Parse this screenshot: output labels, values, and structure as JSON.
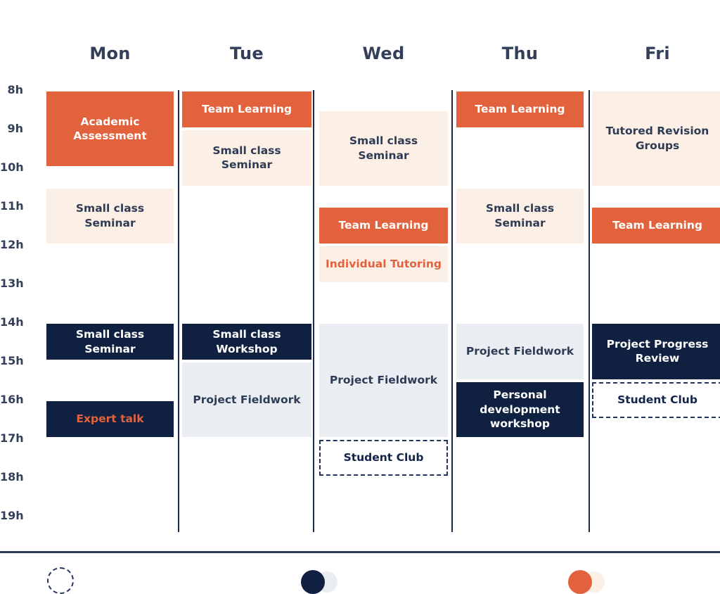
{
  "days": [
    "Mon",
    "Tue",
    "Wed",
    "Thu",
    "Fri"
  ],
  "hour_labels": [
    "8h",
    "9h",
    "10h",
    "11h",
    "12h",
    "13h",
    "14h",
    "15h",
    "16h",
    "17h",
    "18h",
    "19h"
  ],
  "variants": {
    "orange": {
      "bg": "#e2623e",
      "text": "#ffffff"
    },
    "cream": {
      "bg": "#fcf0e6",
      "text": "#2e3b55"
    },
    "cream-orange-text": {
      "bg": "#fcf0e6",
      "text": "#e2623e"
    },
    "navy": {
      "bg": "#0f2041",
      "text": "#ffffff"
    },
    "navy-orange-text": {
      "bg": "#0f2041",
      "text": "#e2623e"
    },
    "light": {
      "bg": "#eaeef3",
      "text": "#2e3b55"
    },
    "dashed": {
      "bg": "transparent",
      "text": "#13244a",
      "border": "2px dashed #22335c"
    }
  },
  "chart_data": {
    "type": "table",
    "subtype": "weekly-timetable",
    "x_categories": [
      "Mon",
      "Tue",
      "Wed",
      "Thu",
      "Fri"
    ],
    "y_axis_hours_range": [
      8,
      19
    ],
    "events": [
      {
        "day": "Mon",
        "label": "Academic Assessment",
        "start": 8,
        "end": 10,
        "variant": "orange"
      },
      {
        "day": "Mon",
        "label": "Small class Seminar",
        "start": 10.5,
        "end": 12,
        "variant": "cream"
      },
      {
        "day": "Mon",
        "label": "Small class Seminar",
        "start": 14,
        "end": 15,
        "variant": "navy"
      },
      {
        "day": "Mon",
        "label": "Expert talk",
        "start": 16,
        "end": 17,
        "variant": "navy-orange-text"
      },
      {
        "day": "Tue",
        "label": "Team Learning",
        "start": 8,
        "end": 9,
        "variant": "orange"
      },
      {
        "day": "Tue",
        "label": "Small class Seminar",
        "start": 9,
        "end": 10.5,
        "variant": "cream"
      },
      {
        "day": "Tue",
        "label": "Small class Workshop",
        "start": 14,
        "end": 15,
        "variant": "navy"
      },
      {
        "day": "Tue",
        "label": "Project Fieldwork",
        "start": 15,
        "end": 17,
        "variant": "light"
      },
      {
        "day": "Wed",
        "label": "Small class Seminar",
        "start": 8.5,
        "end": 10.5,
        "variant": "cream"
      },
      {
        "day": "Wed",
        "label": "Team Learning",
        "start": 11,
        "end": 12,
        "variant": "orange"
      },
      {
        "day": "Wed",
        "label": "Individual Tutoring",
        "start": 12,
        "end": 13,
        "variant": "cream-orange-text"
      },
      {
        "day": "Wed",
        "label": "Project Fieldwork",
        "start": 14,
        "end": 17,
        "variant": "light"
      },
      {
        "day": "Wed",
        "label": "Student Club",
        "start": 17,
        "end": 18,
        "variant": "dashed"
      },
      {
        "day": "Thu",
        "label": "Team Learning",
        "start": 8,
        "end": 9,
        "variant": "orange"
      },
      {
        "day": "Thu",
        "label": "Small class Seminar",
        "start": 10.5,
        "end": 12,
        "variant": "cream"
      },
      {
        "day": "Thu",
        "label": "Project Fieldwork",
        "start": 14,
        "end": 15.5,
        "variant": "light"
      },
      {
        "day": "Thu",
        "label": "Personal development workshop",
        "start": 15.5,
        "end": 17,
        "variant": "navy"
      },
      {
        "day": "Fri",
        "label": "Tutored Revision Groups",
        "start": 8,
        "end": 10.5,
        "variant": "cream"
      },
      {
        "day": "Fri",
        "label": "Team Learning",
        "start": 11,
        "end": 12,
        "variant": "orange"
      },
      {
        "day": "Fri",
        "label": "Project Progress Review",
        "start": 14,
        "end": 15.5,
        "variant": "navy"
      },
      {
        "day": "Fri",
        "label": "Student Club",
        "start": 15.5,
        "end": 16.5,
        "variant": "dashed"
      }
    ]
  },
  "legend": {
    "items": [
      {
        "name": "dashed-outline",
        "circles": [
          "dashed"
        ]
      },
      {
        "name": "navy-and-light",
        "circles": [
          "navy",
          "light"
        ]
      },
      {
        "name": "orange-and-cream",
        "circles": [
          "orange",
          "cream"
        ]
      }
    ]
  },
  "colors": {
    "accent_orange": "#e2623e",
    "cream": "#fcf0e6",
    "navy": "#0f2041",
    "light_blue_gray": "#eaeef3",
    "heading_text": "#333f58",
    "separator_line": "#1b2a4a",
    "footer_divider": "#2e3a55"
  }
}
